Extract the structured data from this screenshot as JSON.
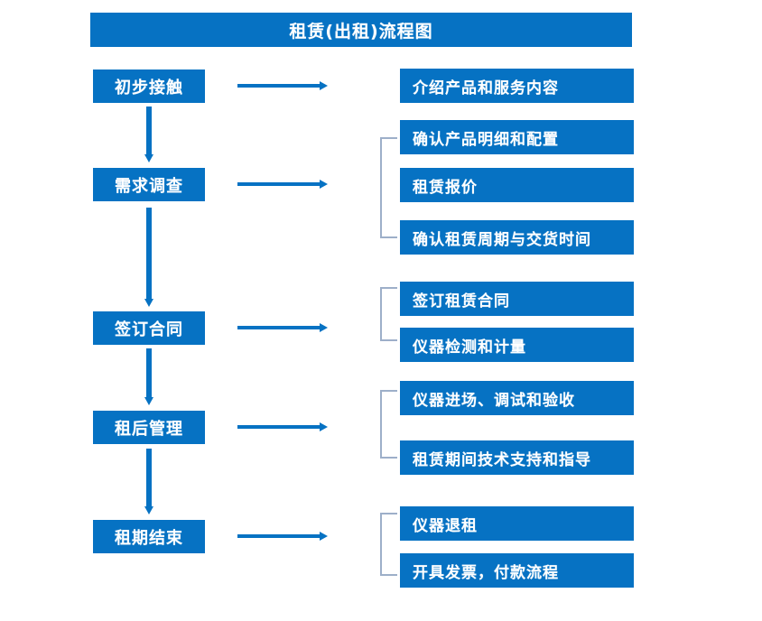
{
  "diagram": {
    "title": "租赁(出租)流程图",
    "accent_color": "#0672c3",
    "bracket_color": "#9dafc9",
    "background_color": "#ffffff",
    "type": "flowchart",
    "orientation": "vertical-with-branches"
  },
  "stages": [
    {
      "label": "初步接触"
    },
    {
      "label": "需求调查"
    },
    {
      "label": "签订合同"
    },
    {
      "label": "租后管理"
    },
    {
      "label": "租期结束"
    }
  ],
  "details": [
    {
      "label": "介绍产品和服务内容"
    },
    {
      "label": "确认产品明细和配置"
    },
    {
      "label": "租赁报价"
    },
    {
      "label": "确认租赁周期与交货时间"
    },
    {
      "label": "签订租赁合同"
    },
    {
      "label": "仪器检测和计量"
    },
    {
      "label": "仪器进场、调试和验收"
    },
    {
      "label": "租赁期间技术支持和指导"
    },
    {
      "label": "仪器退租"
    },
    {
      "label": "开具发票，付款流程"
    }
  ],
  "icons": {
    "down_arrow": "down-arrow-icon",
    "right_arrow": "right-arrow-icon",
    "bracket": "group-bracket-icon"
  }
}
